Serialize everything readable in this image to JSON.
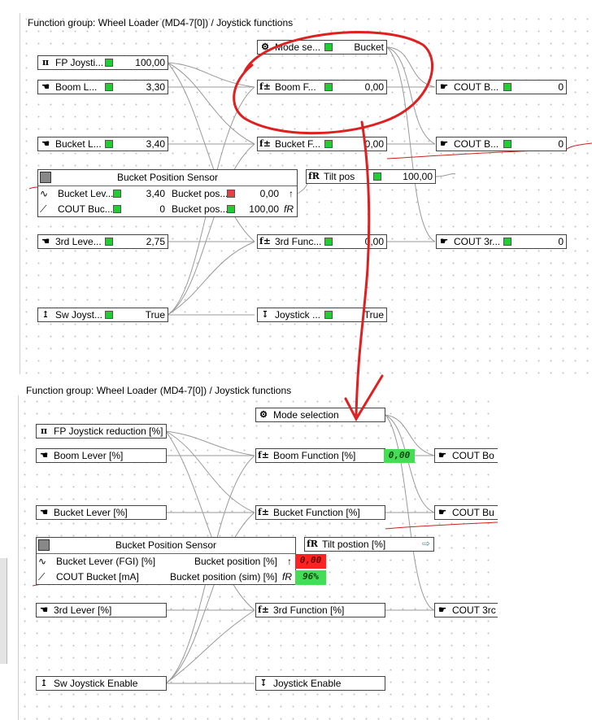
{
  "top": {
    "title": "Function group: Wheel Loader (MD4-7[0]) / Joystick functions",
    "mode_block": {
      "label": "Mode se...",
      "value": "Bucket"
    },
    "fp_joystick": {
      "label": "FP Joysti...",
      "value": "100,00"
    },
    "boom_lever": {
      "label": "Boom L...",
      "value": "3,30"
    },
    "boom_function": {
      "label": "Boom F...",
      "value": "0,00"
    },
    "cout_boom": {
      "label": "COUT B...",
      "value": "0"
    },
    "bucket_lever": {
      "label": "Bucket L...",
      "value": "3,40"
    },
    "bucket_function": {
      "label": "Bucket F...",
      "value": "0,00"
    },
    "cout_bucket": {
      "label": "COUT B...",
      "value": "0"
    },
    "sensor": {
      "title": "Bucket Position Sensor",
      "in1_label": "Bucket Lev...",
      "in1_value": "3,40",
      "out1_label": "Bucket pos...",
      "out1_value": "0,00",
      "in2_label": "COUT Buc...",
      "in2_value": "0",
      "out2_label": "Bucket pos...",
      "out2_value": "100,00"
    },
    "tilt": {
      "label": "Tilt pos",
      "value": "100,00"
    },
    "third_lever": {
      "label": "3rd Leve...",
      "value": "2,75"
    },
    "third_function": {
      "label": "3rd Func...",
      "value": "0,00"
    },
    "cout_third": {
      "label": "COUT 3r...",
      "value": "0"
    },
    "sw_joystick": {
      "label": "Sw Joyst...",
      "value": "True"
    },
    "joystick_enable": {
      "label": "Joystick ...",
      "value": "True"
    }
  },
  "bottom": {
    "title": "Function group: Wheel Loader (MD4-7[0]) / Joystick functions",
    "mode_block": {
      "label": "Mode selection"
    },
    "fp_joystick": {
      "label": "FP Joystick reduction [%]"
    },
    "boom_lever": {
      "label": "Boom Lever [%]"
    },
    "boom_function": {
      "label": "Boom Function [%]"
    },
    "boom_function_note": "0,00",
    "cout_boom": {
      "label": "COUT Bo"
    },
    "bucket_lever": {
      "label": "Bucket Lever [%]"
    },
    "bucket_function": {
      "label": "Bucket Function [%]"
    },
    "cout_bucket": {
      "label": "COUT Bu"
    },
    "sensor": {
      "title": "Bucket Position Sensor",
      "in1_label": "Bucket Lever (FGI) [%]",
      "out1_label": "Bucket position [%]",
      "out1_note": "0,00",
      "in2_label": "COUT Bucket [mA]",
      "out2_label": "Bucket position (sim) [%]",
      "out2_note": "96%"
    },
    "tilt": {
      "label": "Tilt postion [%]"
    },
    "third_lever": {
      "label": "3rd Lever [%]"
    },
    "third_function": {
      "label": "3rd Function [%]"
    },
    "cout_third": {
      "label": "COUT 3rc"
    },
    "sw_joystick": {
      "label": "Sw Joystick Enable"
    },
    "joystick_enable": {
      "label": "Joystick Enable"
    }
  },
  "icons": {
    "fp": "pi-icon",
    "lever": "lever-hand-icon",
    "function": "function-f-icon",
    "cout": "output-hand-icon",
    "switch": "switch-icon",
    "enable": "enable-icon",
    "mode": "mode-icon",
    "sensor": "module-icon"
  },
  "colors": {
    "green": "#22cc33",
    "red_square": "#dd4444",
    "annotation_red": "#e02020",
    "note_green": "#44dd55",
    "note_red": "#ff2222"
  }
}
